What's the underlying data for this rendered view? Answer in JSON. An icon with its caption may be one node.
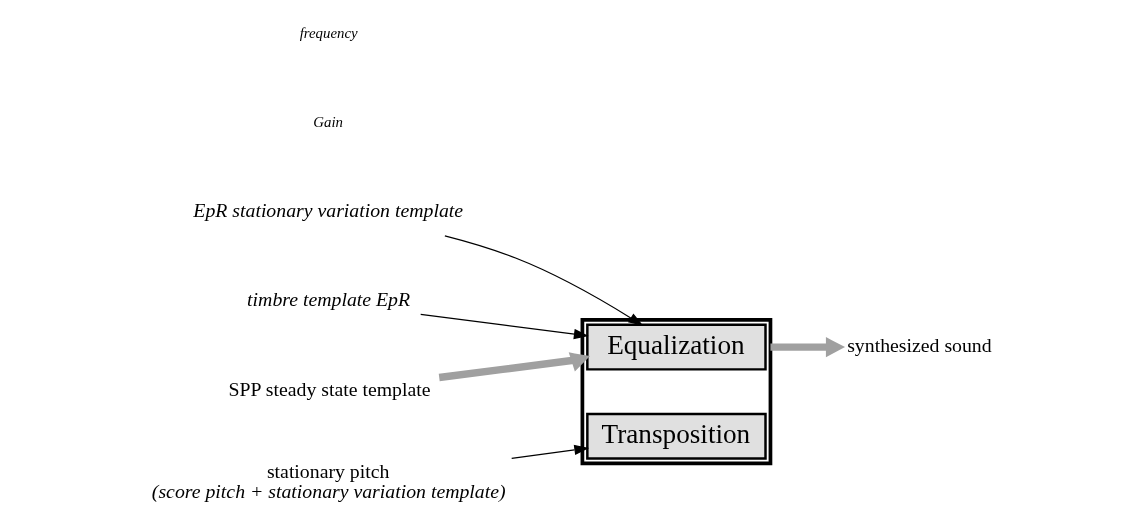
{
  "diagram": {
    "nodes": [
      {
        "text": [
          "EpR stationary variation template"
        ]
      },
      {
        "text": [
          "timbre template EpR"
        ]
      },
      {
        "text": [
          "SPP steady state template"
        ]
      },
      {
        "text": [],
        "shape": "box"
      },
      {
        "text": [
          "Equalization"
        ],
        "in": 3
      },
      {
        "text": [
          "Transposition"
        ],
        "in": 3
      },
      {
        "text": [
          "synthesized sound"
        ]
      },
      {
        "text": [
          "stationary pitch",
          "(score pitch + stationary variation template)"
        ]
      }
    ],
    "edges": [
      {
        "from": 0,
        "to": 4,
        "arrow": "to"
      },
      {
        "from": 1,
        "to": 4,
        "arrow": "to"
      },
      {
        "from": 2,
        "to": 3,
        "arrow": "to",
        "style": "thick",
        "color": "#a0a0a0"
      },
      {
        "from": 3,
        "to": 6,
        "arrow": "to",
        "style": "thick",
        "color": "#a0a0a0"
      },
      {
        "from": 7,
        "to": 5,
        "arrow": "to"
      }
    ],
    "labels": [
      "Gain",
      "frequency"
    ]
  }
}
